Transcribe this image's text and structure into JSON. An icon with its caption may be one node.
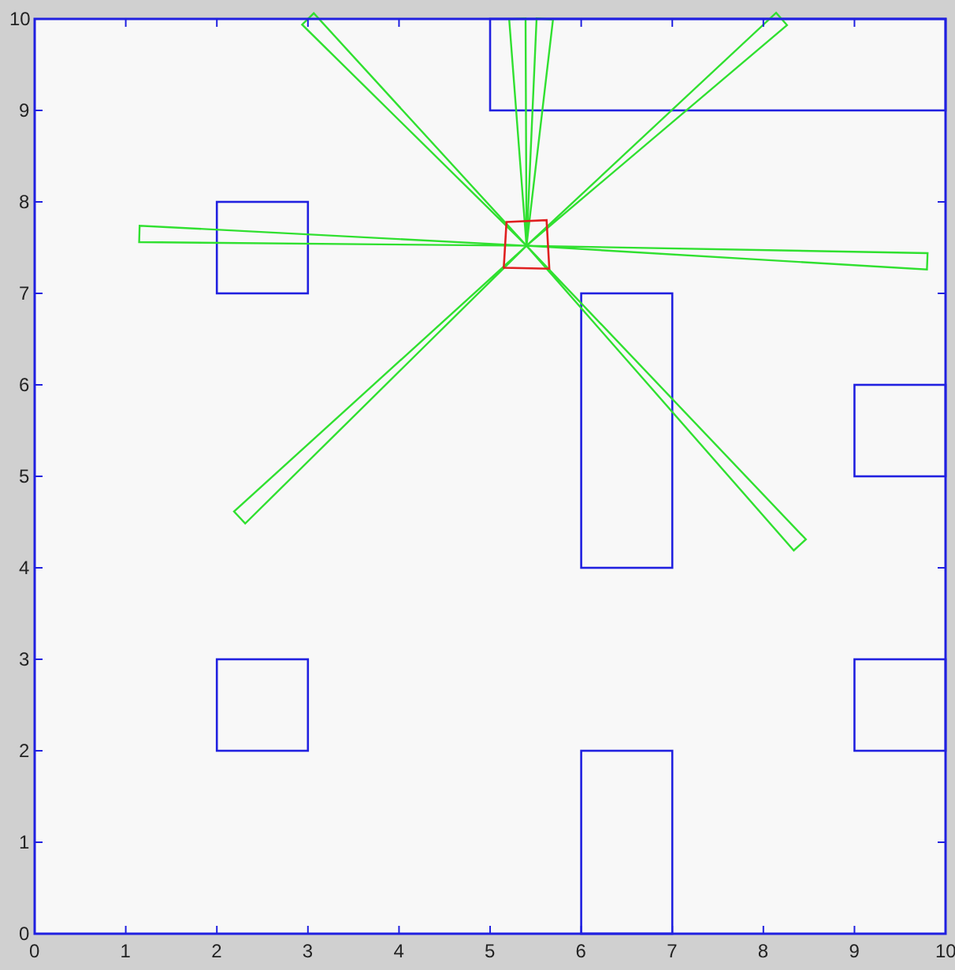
{
  "diagram": {
    "labels": [
      "10",
      "9",
      "8",
      "7",
      "6",
      "5",
      "4",
      "3",
      "2",
      "1",
      "0",
      "0",
      "1",
      "2",
      "3",
      "4",
      "5",
      "6",
      "7",
      "8",
      "9",
      "10"
    ]
  }
}
